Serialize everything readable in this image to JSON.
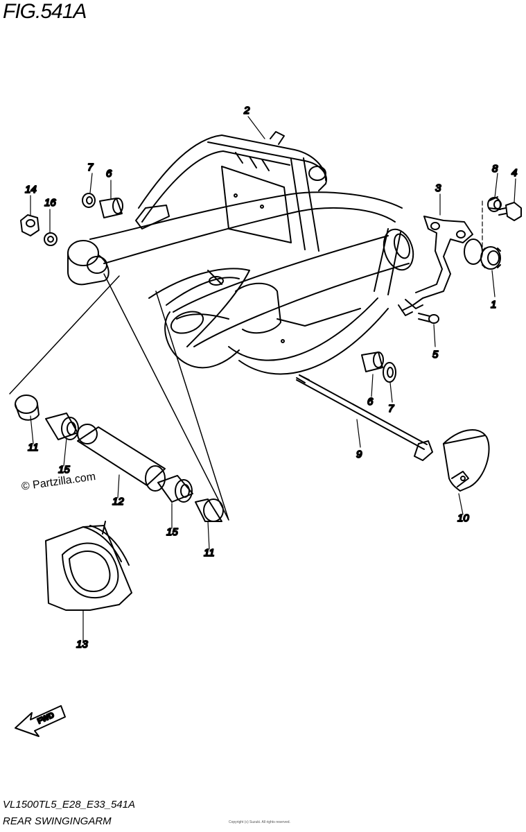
{
  "figure": {
    "title": "FIG.541A",
    "model_code": "VL1500TL5_E28_E33_541A",
    "name": "REAR SWINGINGARM",
    "watermark": "© Partzilla.com",
    "fine_print": "Copyright (c) Suzuki. All rights reserved.",
    "fwd_label": "FWD"
  },
  "callouts": [
    {
      "id": "c1",
      "number": "1"
    },
    {
      "id": "c2",
      "number": "2"
    },
    {
      "id": "c3",
      "number": "3"
    },
    {
      "id": "c4",
      "number": "4"
    },
    {
      "id": "c5",
      "number": "5"
    },
    {
      "id": "c6a",
      "number": "6"
    },
    {
      "id": "c6b",
      "number": "6"
    },
    {
      "id": "c7a",
      "number": "7"
    },
    {
      "id": "c7b",
      "number": "7"
    },
    {
      "id": "c8",
      "number": "8"
    },
    {
      "id": "c9",
      "number": "9"
    },
    {
      "id": "c10",
      "number": "10"
    },
    {
      "id": "c11a",
      "number": "11"
    },
    {
      "id": "c11b",
      "number": "11"
    },
    {
      "id": "c12",
      "number": "12"
    },
    {
      "id": "c13",
      "number": "13"
    },
    {
      "id": "c14",
      "number": "14"
    },
    {
      "id": "c15a",
      "number": "15"
    },
    {
      "id": "c15b",
      "number": "15"
    },
    {
      "id": "c16",
      "number": "16"
    }
  ]
}
